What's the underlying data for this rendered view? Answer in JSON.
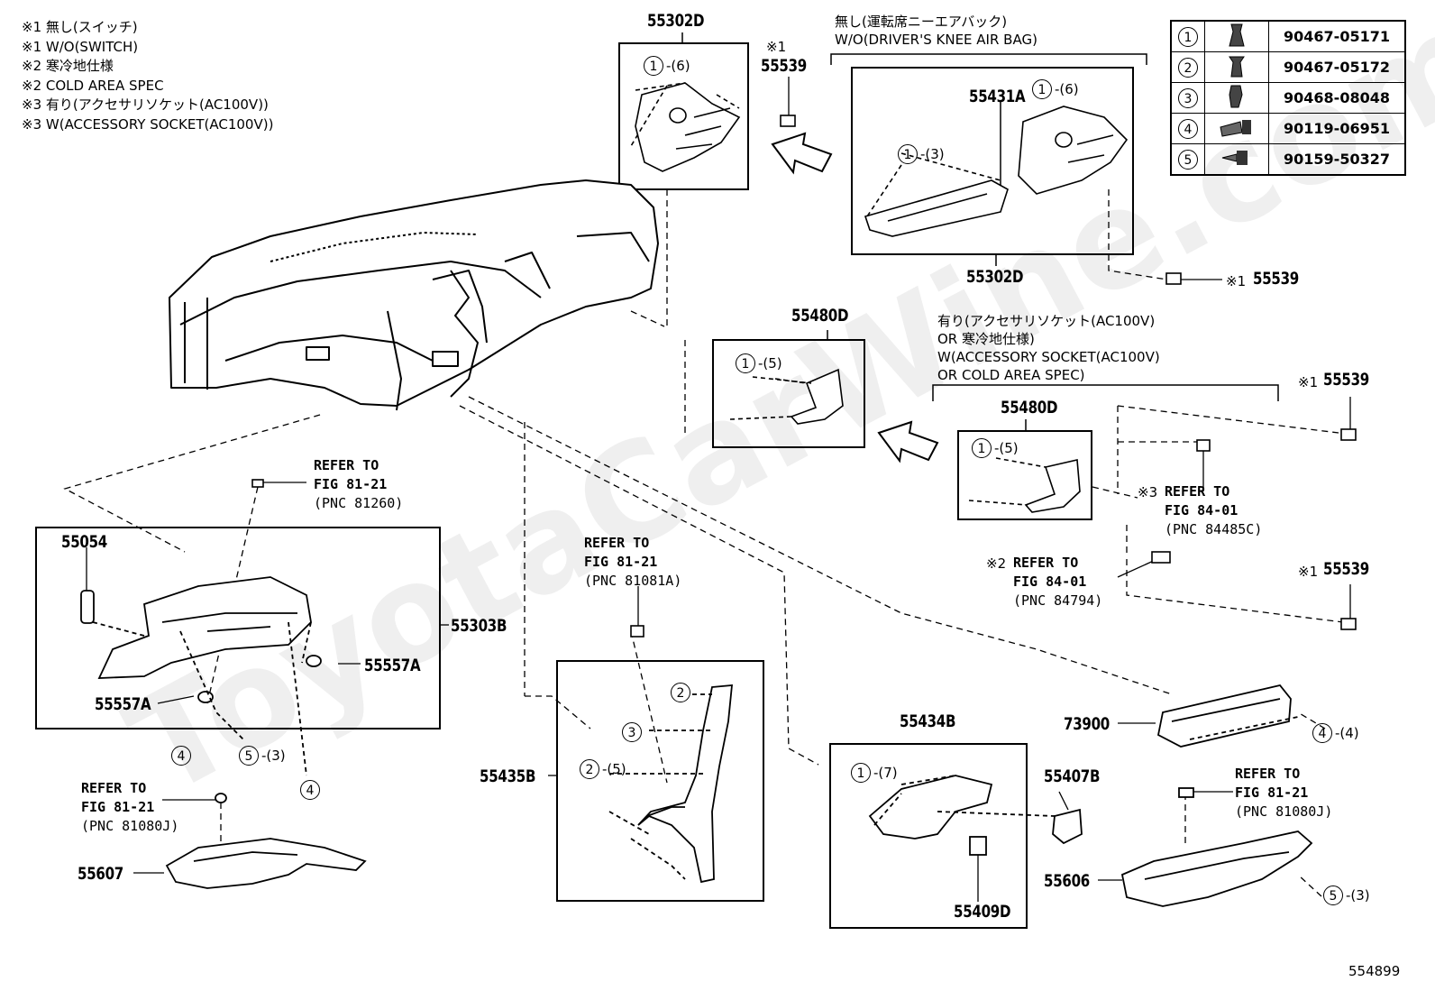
{
  "notes": [
    "※1 無し(スイッチ)",
    "※1 W/O(SWITCH)",
    "※2 寒冷地仕様",
    "※2 COLD AREA SPEC",
    "※3 有り(アクセサリソケット(AC100V))",
    "※3 W(ACCESSORY SOCKET(AC100V))"
  ],
  "legend": [
    {
      "num": "1",
      "icon": "clip-icon",
      "part": "90467-05171"
    },
    {
      "num": "2",
      "icon": "clip-icon",
      "part": "90467-05172"
    },
    {
      "num": "3",
      "icon": "clip-icon",
      "part": "90468-08048"
    },
    {
      "num": "4",
      "icon": "bolt-icon",
      "part": "90119-06951"
    },
    {
      "num": "5",
      "icon": "screw-icon",
      "part": "90159-50327"
    }
  ],
  "conditions": {
    "knee_airbag_jp": "無し(運転席ニーエアバック)",
    "knee_airbag_en": "W/O(DRIVER'S KNEE AIR BAG)",
    "socket_jp1": "有り(アクセサリソケット(AC100V)",
    "socket_jp2": "OR 寒冷地仕様)",
    "socket_en1": "W(ACCESSORY SOCKET(AC100V)",
    "socket_en2": "OR COLD AREA SPEC)"
  },
  "parts": {
    "p55302D_top": "55302D",
    "p55302D_right": "55302D",
    "p55431A": "55431A",
    "p55480D_mid": "55480D",
    "p55480D_right": "55480D",
    "p55539_a": "55539",
    "p55539_b": "55539",
    "p55539_c": "55539",
    "p55539_d": "55539",
    "p55054": "55054",
    "p55303B": "55303B",
    "p55557A_r": "55557A",
    "p55557A_l": "55557A",
    "p55435B": "55435B",
    "p55434B": "55434B",
    "p55407B": "55407B",
    "p55409D": "55409D",
    "p73900": "73900",
    "p55607": "55607",
    "p55606": "55606"
  },
  "marks": {
    "n1": "※1",
    "n1b": "※1",
    "n1c": "※1",
    "n1d": "※1",
    "n2": "※2",
    "n3": "※3"
  },
  "refs": {
    "r1": {
      "a": "REFER TO",
      "b": "FIG 81-21",
      "c": "(PNC 81260)"
    },
    "r2": {
      "a": "REFER TO",
      "b": "FIG 81-21",
      "c": "(PNC 81081A)"
    },
    "r3": {
      "a": "REFER TO",
      "b": "FIG 81-21",
      "c": "(PNC 81080J)"
    },
    "r4": {
      "a": "REFER TO",
      "b": "FIG 81-21",
      "c": "(PNC 81080J)"
    },
    "r5": {
      "a": "REFER TO",
      "b": "FIG 84-01",
      "c": "(PNC 84485C)"
    },
    "r6": {
      "a": "REFER TO",
      "b": "FIG 84-01",
      "c": "(PNC 84794)"
    }
  },
  "callouts": {
    "c1": {
      "num": "1",
      "qty": "-(6)"
    },
    "c2": {
      "num": "1",
      "qty": "-(6)"
    },
    "c3": {
      "num": "1",
      "qty": "-(3)"
    },
    "c4": {
      "num": "1",
      "qty": "-(5)"
    },
    "c5": {
      "num": "1",
      "qty": "-(5)"
    },
    "c6": {
      "num": "4",
      "qty": ""
    },
    "c7": {
      "num": "5",
      "qty": "-(3)"
    },
    "c8": {
      "num": "4",
      "qty": ""
    },
    "c9": {
      "num": "2",
      "qty": ""
    },
    "c10": {
      "num": "3",
      "qty": ""
    },
    "c11": {
      "num": "2",
      "qty": "-(5)"
    },
    "c12": {
      "num": "1",
      "qty": "-(7)"
    },
    "c13": {
      "num": "4",
      "qty": "-(4)"
    },
    "c14": {
      "num": "5",
      "qty": "-(3)"
    }
  },
  "watermark": "ToyotaCarWine.com",
  "doc_number": "554899"
}
